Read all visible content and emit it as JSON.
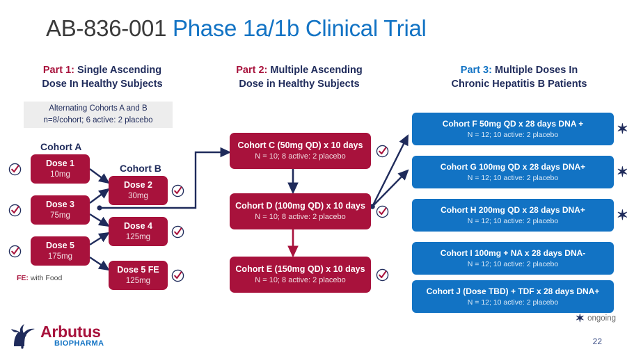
{
  "title": {
    "prefix": "AB-836-001 ",
    "accent": "Phase 1a/1b Clinical Trial"
  },
  "colors": {
    "crimson": "#A8123C",
    "blue": "#1273C4",
    "navy": "#1F2B5B",
    "grey_box": "#EDEDED"
  },
  "part1": {
    "header_label": "Part 1:",
    "header_rest": " Single Ascending",
    "header_line2": "Dose In Healthy Subjects",
    "note_line1": "Alternating Cohorts A and B",
    "note_line2": "n=8/cohort; 6 active: 2 placebo",
    "cohort_a_label": "Cohort A",
    "cohort_b_label": "Cohort B",
    "fe_legend_bold": "FE:",
    "fe_legend_rest": " with Food",
    "doses": [
      {
        "name": "Dose 1",
        "amount": "10mg"
      },
      {
        "name": "Dose 2",
        "amount": "30mg"
      },
      {
        "name": "Dose 3",
        "amount": "75mg"
      },
      {
        "name": "Dose 4",
        "amount": "125mg"
      },
      {
        "name": "Dose 5",
        "amount": "175mg"
      },
      {
        "name": "Dose 5 FE",
        "amount": "125mg"
      }
    ]
  },
  "part2": {
    "header_label": "Part 2:",
    "header_rest": " Multiple Ascending",
    "header_line2": "Dose in Healthy Subjects",
    "cohorts": [
      {
        "title": "Cohort C  (50mg QD) x 10 days",
        "sub": "N = 10; 8 active: 2 placebo"
      },
      {
        "title": "Cohort D (100mg QD) x 10 days",
        "sub": "N = 10; 8 active: 2 placebo"
      },
      {
        "title": "Cohort E (150mg QD) x 10 days",
        "sub": "N = 10; 8 active: 2 placebo"
      }
    ]
  },
  "part3": {
    "header_label": "Part 3:",
    "header_rest": "  Multiple Doses In",
    "header_line2": "Chronic Hepatitis B Patients",
    "cohorts": [
      {
        "title": "Cohort F 50mg QD x 28 days DNA +",
        "sub": "N = 12; 10 active: 2 placebo",
        "ongoing": true
      },
      {
        "title": "Cohort G 100mg QD x 28 days DNA+",
        "sub": "N = 12; 10 active: 2 placebo",
        "ongoing": true
      },
      {
        "title": "Cohort H 200mg QD x 28 days DNA+",
        "sub": "N = 12; 10 active: 2 placebo",
        "ongoing": true
      },
      {
        "title": "Cohort I 100mg  + NA x 28 days DNA-",
        "sub": "N = 12; 10 active: 2 placebo",
        "ongoing": false
      },
      {
        "title": "Cohort J  (Dose TBD) + TDF x 28 days DNA+",
        "sub": "N = 12; 10 active: 2 placebo",
        "ongoing": false
      }
    ],
    "ongoing_legend": "ongoing",
    "ongoing_symbol": "✶"
  },
  "footer": {
    "logo_word": "Arbutus",
    "logo_sub": "BIOPHARMA",
    "page_number": "22"
  }
}
